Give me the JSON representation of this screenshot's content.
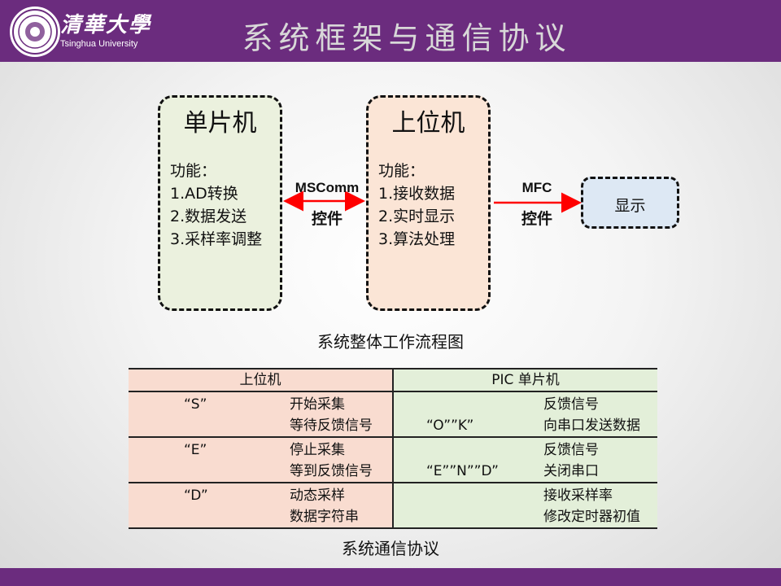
{
  "header": {
    "logo_cn": "清華大學",
    "logo_en": "Tsinghua University",
    "title": "系统框架与通信协议"
  },
  "diagram": {
    "mcu_box": {
      "title": "单片机",
      "lines": [
        "功能：",
        "1.AD转换",
        "2.数据发送",
        "3.采样率调整"
      ],
      "fill": "#ebf1de"
    },
    "host_box": {
      "title": "上位机",
      "lines": [
        "功能：",
        "1.接收数据",
        "2.实时显示",
        "3.算法处理"
      ],
      "fill": "#fbe5d6"
    },
    "display_box": {
      "label": "显示",
      "fill": "#dde8f4"
    },
    "link1": {
      "top": "MSComm",
      "bottom": "控件"
    },
    "link2": {
      "top": "MFC",
      "bottom": "控件"
    },
    "arrow_color": "#ff0000",
    "caption": "系统整体工作流程图"
  },
  "protocol_table": {
    "headers": [
      "上位机",
      "PIC 单片机"
    ],
    "rows": [
      {
        "cmd": "“S”",
        "act": [
          "开始采集",
          "等待反馈信号"
        ],
        "ack": "“O””K”",
        "desc": [
          "反馈信号",
          "向串口发送数据"
        ]
      },
      {
        "cmd": "“E”",
        "act": [
          "停止采集",
          "等到反馈信号"
        ],
        "ack": "“E””N””D”",
        "desc": [
          "反馈信号",
          "关闭串口"
        ]
      },
      {
        "cmd": "“D”",
        "act": [
          "动态采样",
          "数据字符串"
        ],
        "ack": "",
        "desc": [
          "接收采样率",
          "修改定时器初值"
        ]
      }
    ],
    "caption": "系统通信协议"
  },
  "colors": {
    "header_purple": "#6b2c7e",
    "table_left": "#f9dcd0",
    "table_right": "#e3efd9"
  }
}
